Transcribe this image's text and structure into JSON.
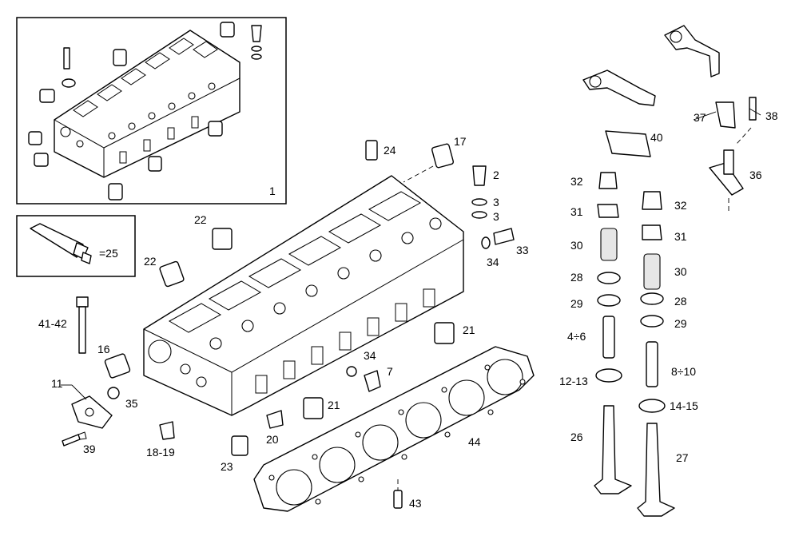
{
  "callouts": {
    "c1": "1",
    "c2": "2",
    "c3a": "3",
    "c3b": "3",
    "c4_6": "4÷6",
    "c7": "7",
    "c8_10": "8÷10",
    "c11": "11",
    "c12_13": "12-13",
    "c14_15": "14-15",
    "c16": "16",
    "c17": "17",
    "c18_19": "18-19",
    "c20": "20",
    "c21a": "21",
    "c21b": "21",
    "c22a": "22",
    "c22b": "22",
    "c23": "23",
    "c24": "24",
    "c25": "=25",
    "c26": "26",
    "c27": "27",
    "c28a": "28",
    "c28b": "28",
    "c29a": "29",
    "c29b": "29",
    "c30a": "30",
    "c30b": "30",
    "c31a": "31",
    "c31b": "31",
    "c32a": "32",
    "c32b": "32",
    "c33": "33",
    "c34a": "34",
    "c34b": "34",
    "c35": "35",
    "c36": "36",
    "c37": "37",
    "c38": "38",
    "c39": "39",
    "c40": "40",
    "c41_42": "41-42",
    "c43": "43",
    "c44": "44"
  }
}
